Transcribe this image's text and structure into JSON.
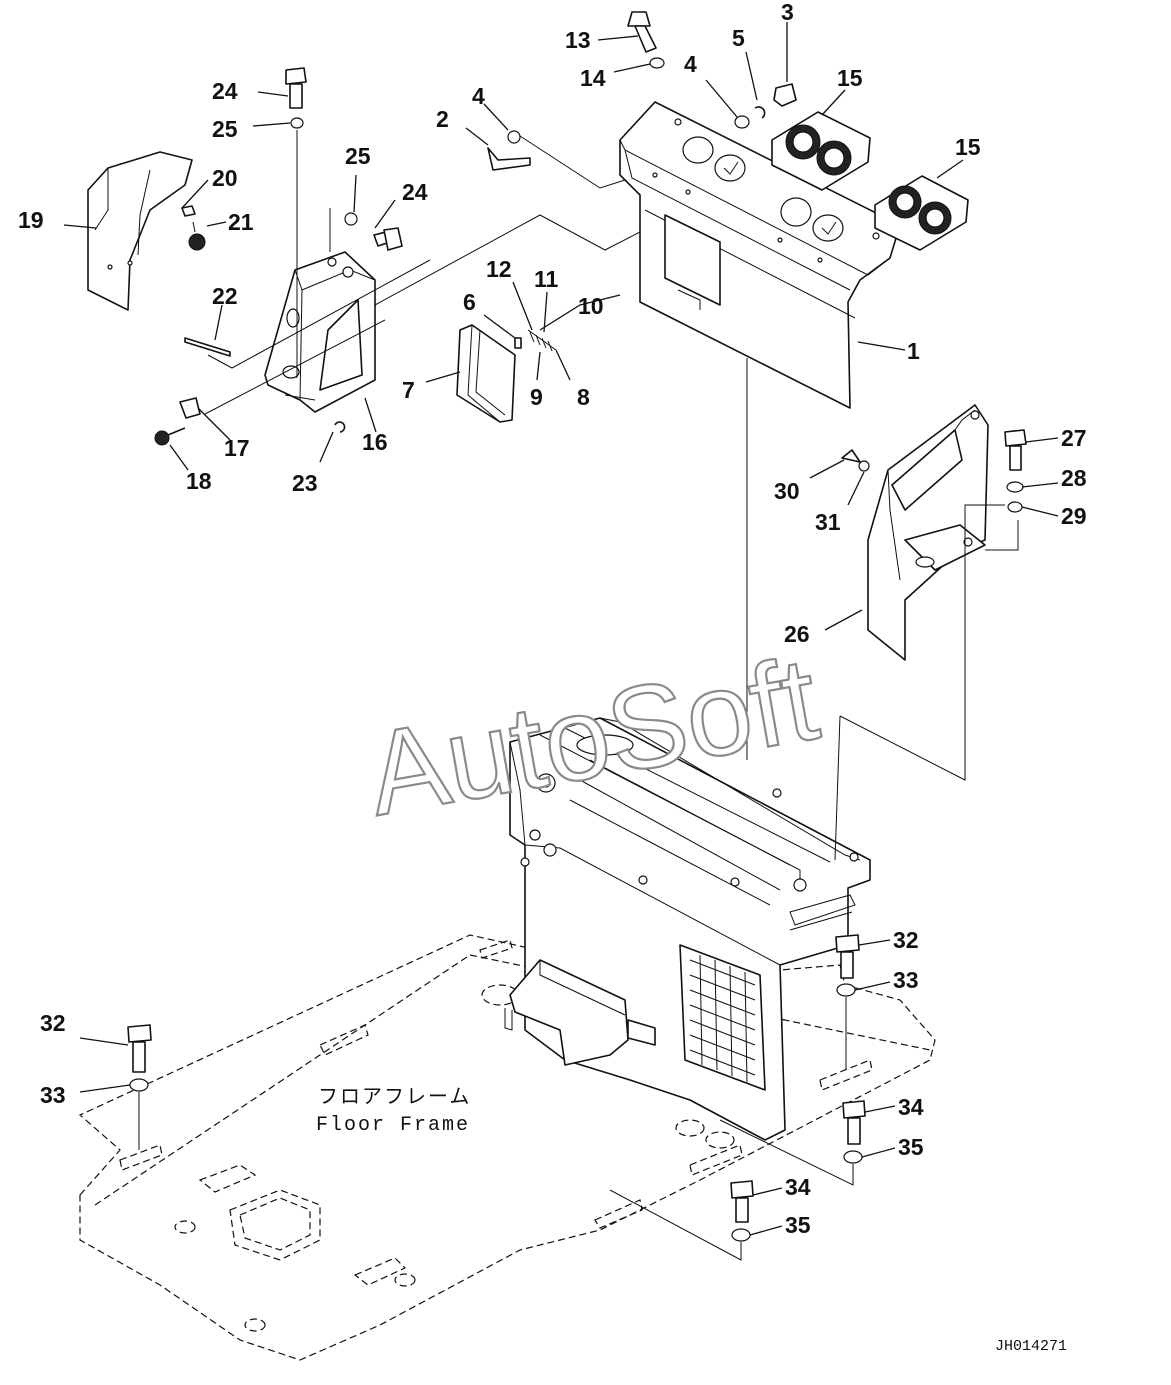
{
  "callouts": [
    {
      "id": "c1",
      "label": "1"
    },
    {
      "id": "c2",
      "label": "2"
    },
    {
      "id": "c3",
      "label": "3"
    },
    {
      "id": "c4a",
      "label": "4"
    },
    {
      "id": "c4b",
      "label": "4"
    },
    {
      "id": "c5",
      "label": "5"
    },
    {
      "id": "c6",
      "label": "6"
    },
    {
      "id": "c7",
      "label": "7"
    },
    {
      "id": "c8",
      "label": "8"
    },
    {
      "id": "c9",
      "label": "9"
    },
    {
      "id": "c10",
      "label": "10"
    },
    {
      "id": "c11",
      "label": "11"
    },
    {
      "id": "c12",
      "label": "12"
    },
    {
      "id": "c13",
      "label": "13"
    },
    {
      "id": "c14",
      "label": "14"
    },
    {
      "id": "c15a",
      "label": "15"
    },
    {
      "id": "c15b",
      "label": "15"
    },
    {
      "id": "c16",
      "label": "16"
    },
    {
      "id": "c17",
      "label": "17"
    },
    {
      "id": "c18",
      "label": "18"
    },
    {
      "id": "c19",
      "label": "19"
    },
    {
      "id": "c20",
      "label": "20"
    },
    {
      "id": "c21",
      "label": "21"
    },
    {
      "id": "c22",
      "label": "22"
    },
    {
      "id": "c23",
      "label": "23"
    },
    {
      "id": "c24a",
      "label": "24"
    },
    {
      "id": "c24b",
      "label": "24"
    },
    {
      "id": "c25a",
      "label": "25"
    },
    {
      "id": "c25b",
      "label": "25"
    },
    {
      "id": "c26",
      "label": "26"
    },
    {
      "id": "c27",
      "label": "27"
    },
    {
      "id": "c28",
      "label": "28"
    },
    {
      "id": "c29",
      "label": "29"
    },
    {
      "id": "c30",
      "label": "30"
    },
    {
      "id": "c31",
      "label": "31"
    },
    {
      "id": "c32a",
      "label": "32"
    },
    {
      "id": "c32b",
      "label": "32"
    },
    {
      "id": "c33a",
      "label": "33"
    },
    {
      "id": "c33b",
      "label": "33"
    },
    {
      "id": "c34a",
      "label": "34"
    },
    {
      "id": "c34b",
      "label": "34"
    },
    {
      "id": "c35a",
      "label": "35"
    },
    {
      "id": "c35b",
      "label": "35"
    }
  ],
  "floor_frame": {
    "label_jp": "フロアフレーム",
    "label_en": "Floor Frame"
  },
  "watermark": "AutoSoft",
  "drawing_code": "JH014271"
}
